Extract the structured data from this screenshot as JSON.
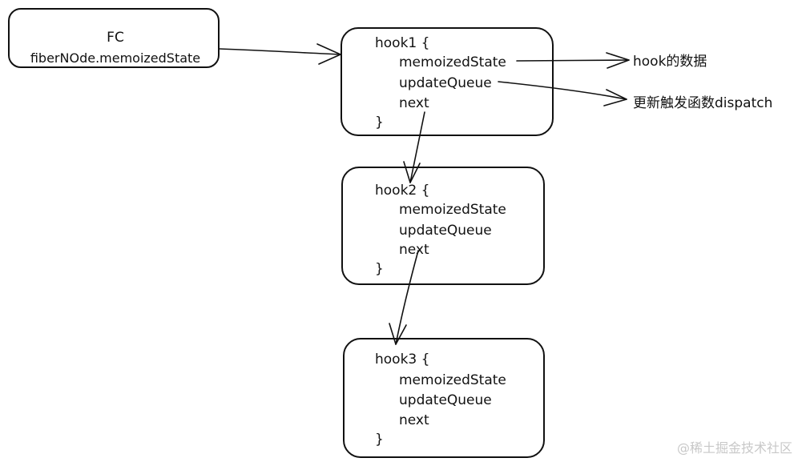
{
  "fc_node": {
    "title": "FC",
    "subtitle": "fiberNOde.memoizedState"
  },
  "hooks": [
    {
      "header": "hook1 {",
      "fields": [
        "memoizedState",
        "updateQueue",
        "next"
      ],
      "close": "}"
    },
    {
      "header": "hook2 {",
      "fields": [
        "memoizedState",
        "updateQueue",
        "next"
      ],
      "close": "}"
    },
    {
      "header": "hook3 {",
      "fields": [
        "memoizedState",
        "updateQueue",
        "next"
      ],
      "close": "}"
    }
  ],
  "annotations": {
    "memoized_state_label": "hook的数据",
    "update_queue_label": "更新触发函数dispatch"
  },
  "watermark": "@稀土掘金技术社区"
}
